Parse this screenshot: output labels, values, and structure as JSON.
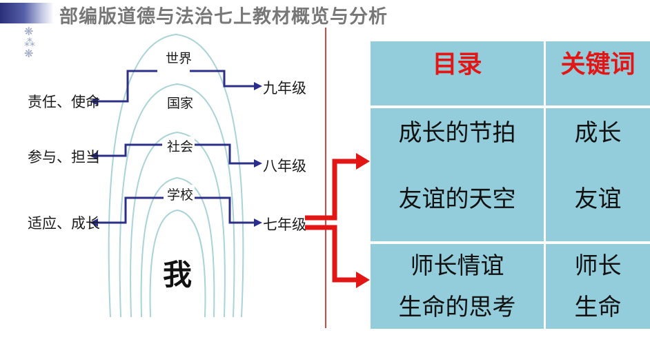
{
  "header": {
    "title": "部编版道德与法治七上教材概览与分析"
  },
  "diagram": {
    "rings": [
      "世界",
      "国家",
      "社会",
      "学校"
    ],
    "center": "我",
    "left_labels": [
      "责任、使命",
      "参与、担当",
      "适应、成长"
    ],
    "right_labels": [
      "九年级",
      "八年级",
      "七年级"
    ]
  },
  "table": {
    "headers": [
      "目录",
      "关键词"
    ],
    "rows": [
      {
        "col1": [
          "成长的节拍",
          "友谊的天空"
        ],
        "col2": [
          "成长",
          "友谊"
        ]
      },
      {
        "col1": [
          "师长情谊",
          "生命的思考"
        ],
        "col2": [
          "师长",
          "生命"
        ]
      }
    ]
  },
  "colors": {
    "header_text": "#e31616",
    "cell_bg": "#93cddb",
    "arrow": "#e31616",
    "line": "#2b2f8a"
  }
}
